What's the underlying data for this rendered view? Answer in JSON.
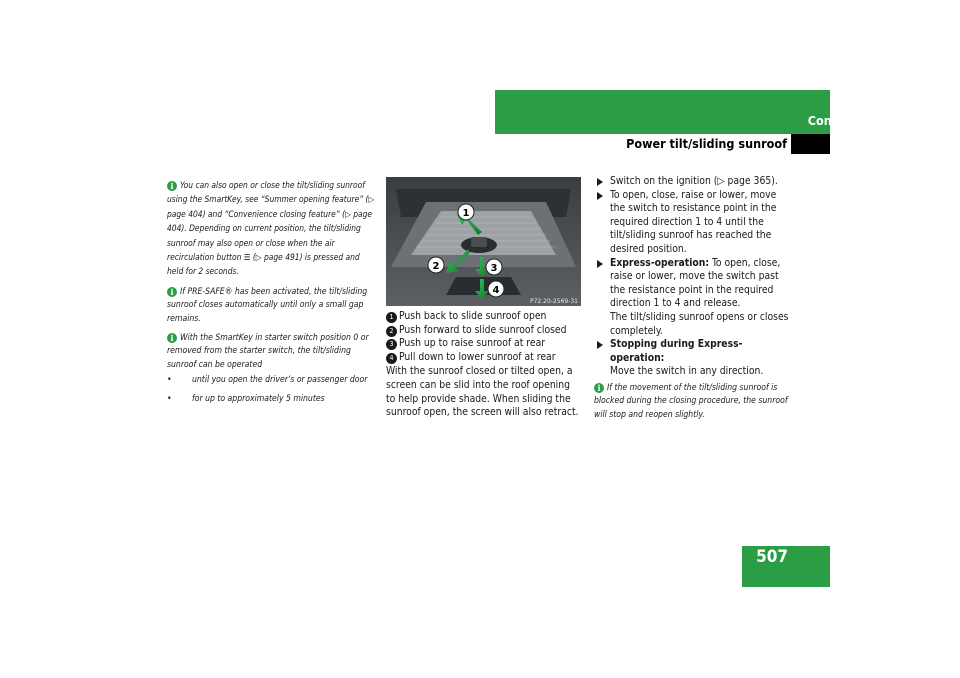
{
  "header": {
    "title": "Controls in detail",
    "subtitle": "Power tilt/sliding sunroof"
  },
  "page_number": "507",
  "notes_left": [
    {
      "text": "You can also open or close the tilt/sliding sunroof using the SmartKey, see “Summer opening feature” (▷ page 404) and “Convenience closing feature” (▷ page 404). Depending on current position, the tilt/sliding sunroof may also open or close when the air recirculation button ☰ (▷ page 491) is pressed and held for 2 seconds."
    },
    {
      "text": "If PRE-SAFE® has been activated, the tilt/sliding sunroof closes automatically until only a small gap remains."
    },
    {
      "text": "With the SmartKey in starter switch position 0 or removed from the starter switch, the tilt/sliding sunroof can be operated",
      "bullets": [
        "until you open the driver’s or passenger door",
        "for up to approximately 5 minutes"
      ]
    }
  ],
  "figure": {
    "code": "P72.20-2569-31",
    "callouts": [
      "1",
      "2",
      "3",
      "4"
    ]
  },
  "legend": [
    {
      "n": "1",
      "text": "Push back to slide sunroof open"
    },
    {
      "n": "2",
      "text": "Push forward to slide sunroof closed"
    },
    {
      "n": "3",
      "text": "Push up to raise sunroof at rear"
    },
    {
      "n": "4",
      "text": "Pull down to lower sunroof at rear"
    }
  ],
  "middle_paragraph": "With the sunroof closed or tilted open, a screen can be slid into the roof opening to help provide shade. When sliding the sunroof open, the screen will also retract.",
  "right": {
    "step1": "Switch on the ignition (▷ page 365).",
    "step2": "To open, close, raise or lower, move the switch to resistance point in the required direction 1 to 4 until the tilt/sliding sunroof has reached the desired position.",
    "step3_bold": "Express-operation:",
    "step3": " To open, close, raise or lower, move the switch past the resistance point in the required direction 1 to 4 and release.",
    "step3_after": "The tilt/sliding sunroof opens or closes completely.",
    "step4_bold": "Stopping during Express-operation:",
    "step4": "Move the switch in any direction.",
    "note": "If the movement of the tilt/sliding sunroof is blocked during the closing procedure, the sunroof will stop and reopen slightly."
  }
}
